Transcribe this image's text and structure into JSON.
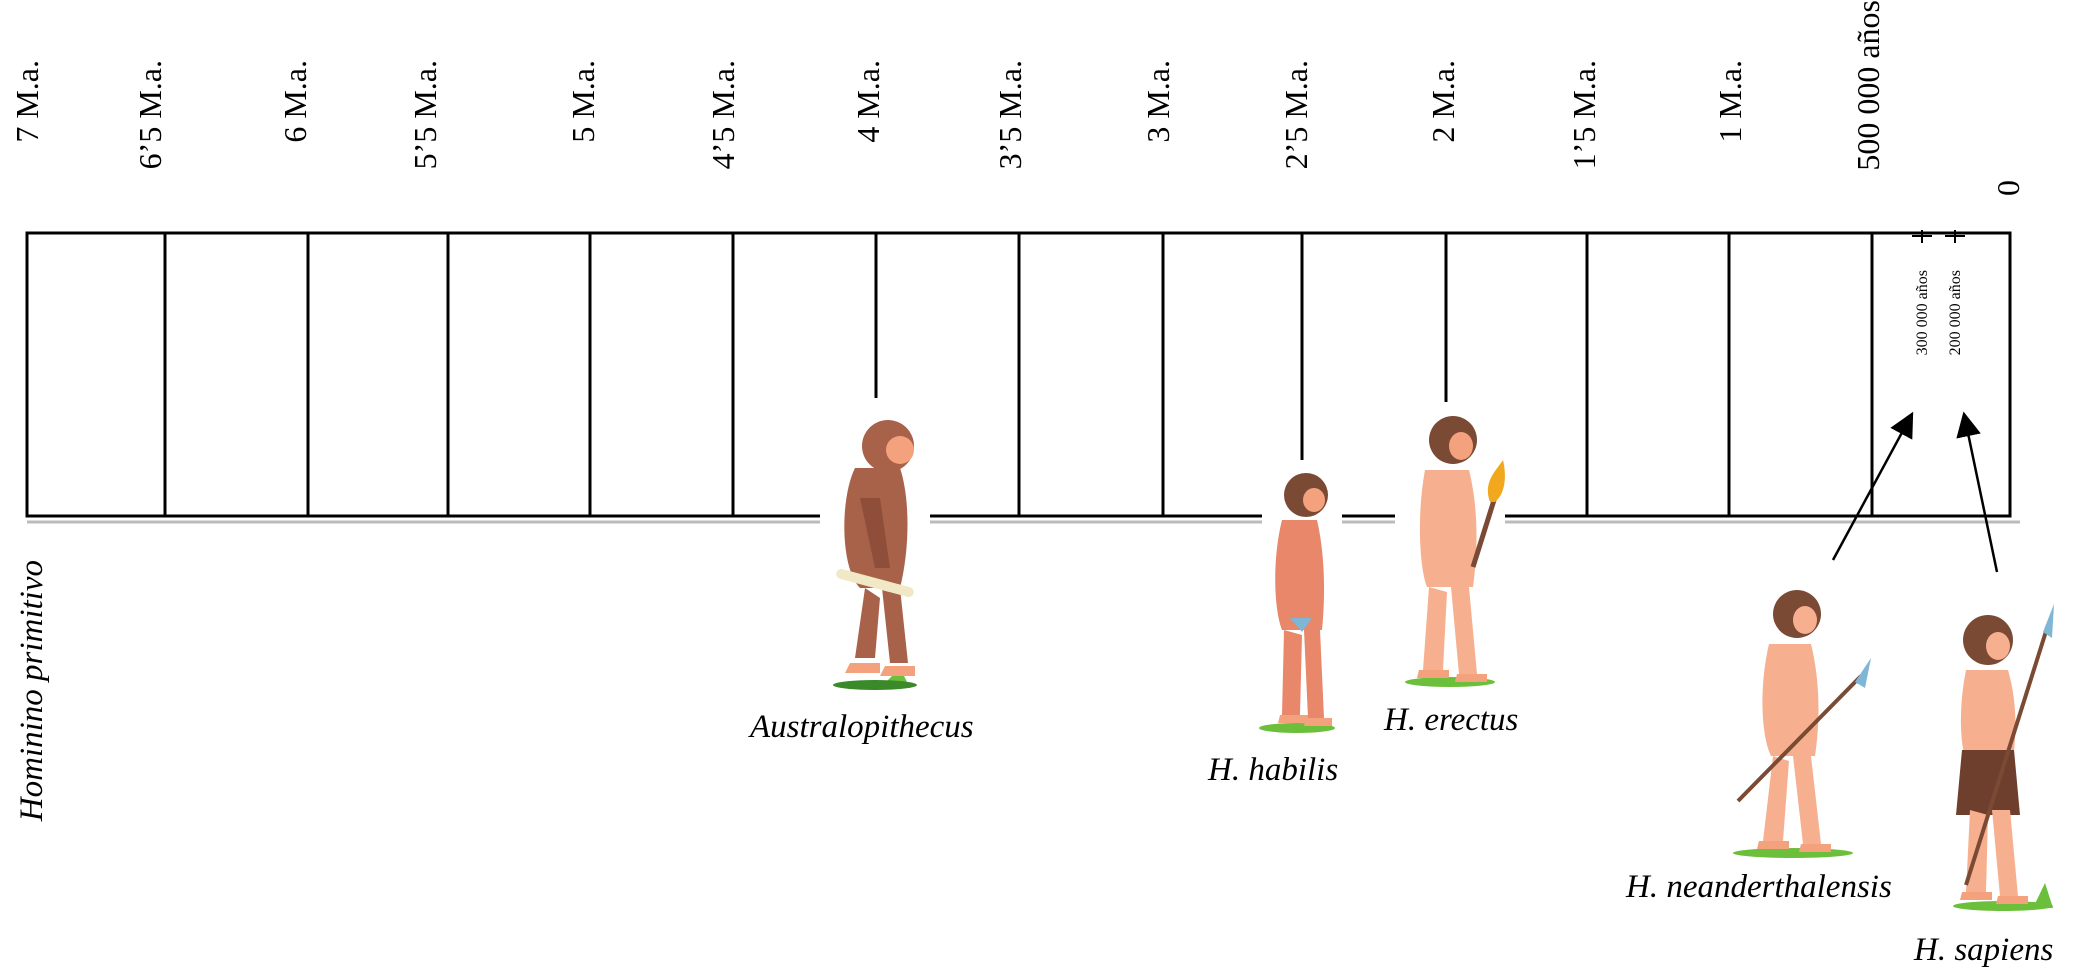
{
  "timeline": {
    "tick_labels": [
      "7 M.a.",
      "6’5 M.a.",
      "6 M.a.",
      "5’5 M.a.",
      "5 M.a.",
      "4’5 M.a.",
      "4 M.a.",
      "3’5 M.a.",
      "3 M.a.",
      "2’5 M.a.",
      "2 M.a.",
      "1’5 M.a.",
      "1 M.a.",
      "500 000 años",
      "0"
    ],
    "inset_labels": [
      "300 000 años",
      "200 000 años"
    ]
  },
  "side_label": "Hominino primitivo",
  "species": [
    {
      "name": "Australopithecus",
      "figure_icon": "australopithecus-figure-icon",
      "time_label": "4 M.a."
    },
    {
      "name": "H. habilis",
      "figure_icon": "habilis-figure-icon",
      "time_label": "2’5 M.a."
    },
    {
      "name": "H. erectus",
      "figure_icon": "erectus-figure-icon",
      "time_label": "2 M.a."
    },
    {
      "name": "H. neanderthalensis",
      "figure_icon": "neanderthal-figure-icon",
      "time_label": "300 000 años"
    },
    {
      "name": "H. sapiens",
      "figure_icon": "sapiens-figure-icon",
      "time_label": "200 000 años"
    }
  ],
  "colors": {
    "line": "#000000",
    "skin": "#f4a27e",
    "fur": "#a9624a",
    "hair": "#7b4a35",
    "grass": "#6bbf3b",
    "torch": "#f2a81d",
    "spear": "#7fb6d6"
  }
}
